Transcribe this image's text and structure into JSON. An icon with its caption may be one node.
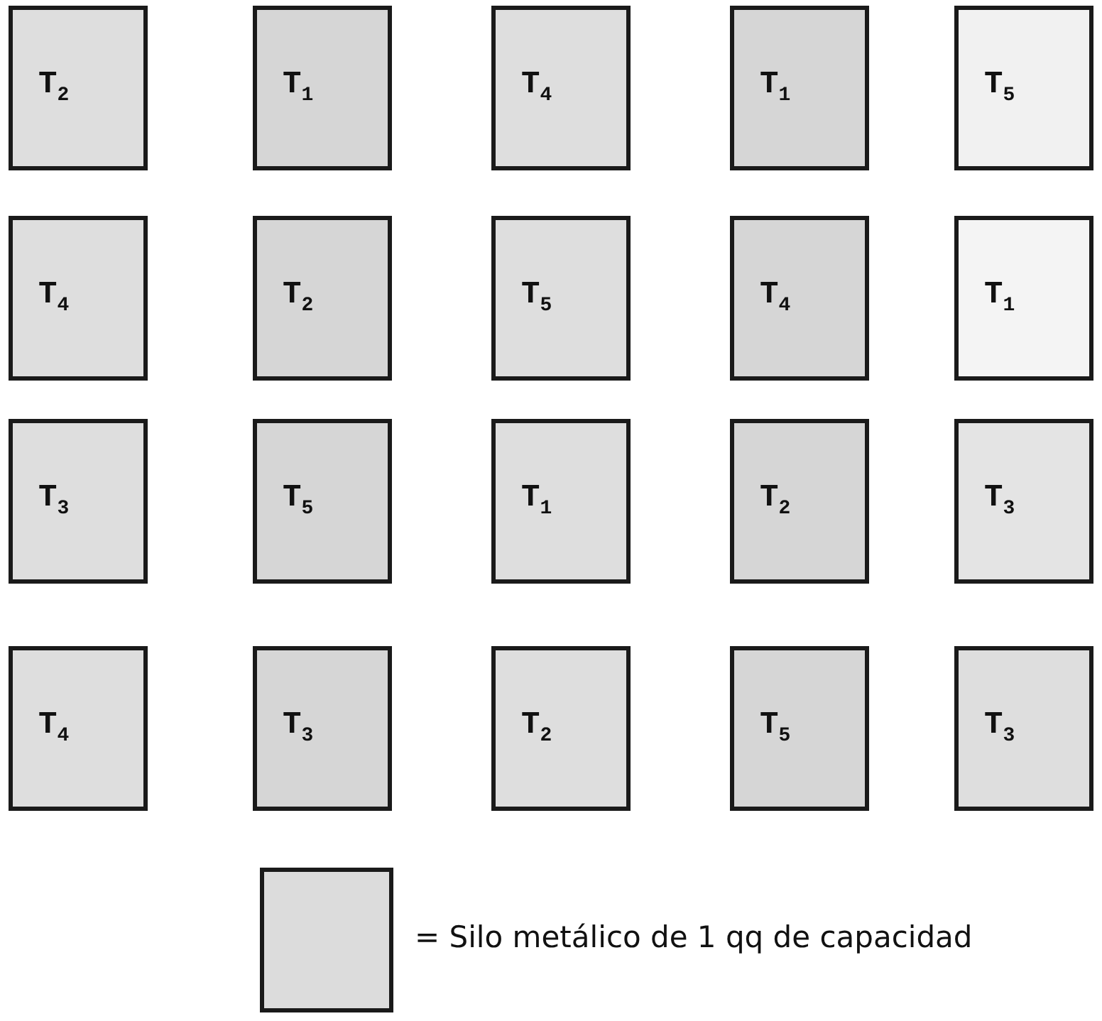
{
  "diagram": {
    "nodes": [
      {
        "text": [
          "T$_{2}$"
        ]
      },
      {
        "text": [
          "T$_{1}$"
        ]
      },
      {
        "text": [
          "T$_{4}$"
        ]
      },
      {
        "text": [
          "T$_{1}$"
        ]
      },
      {
        "text": [
          "T$_{5}$"
        ]
      },
      {
        "text": [
          "T$_{4}$"
        ]
      },
      {
        "text": [
          "T$_{2}$"
        ]
      },
      {
        "text": [
          "T$_{5}$"
        ]
      },
      {
        "text": [
          "T$_{4}$"
        ]
      },
      {
        "text": [
          "T$_{1}$"
        ]
      },
      {
        "text": [
          "T$_{3}$"
        ]
      },
      {
        "text": [
          "T$_{5}$"
        ]
      },
      {
        "text": [
          "T$_{1}$"
        ]
      },
      {
        "text": [
          "T$_{2}$"
        ]
      },
      {
        "text": [
          "T$_{3}$"
        ]
      },
      {
        "text": [
          "T$_{4}$"
        ]
      },
      {
        "text": [
          "T$_{3}$"
        ]
      },
      {
        "text": [
          "T$_{2}$"
        ]
      },
      {
        "text": [
          "T$_{5}$"
        ]
      },
      {
        "text": [
          "T$_{3}$"
        ]
      }
    ],
    "edges": [],
    "legend": [
      {
        "text": "= Silo metálico de 1 qq de capacidad",
        "color": "#dcdcdc"
      }
    ]
  }
}
